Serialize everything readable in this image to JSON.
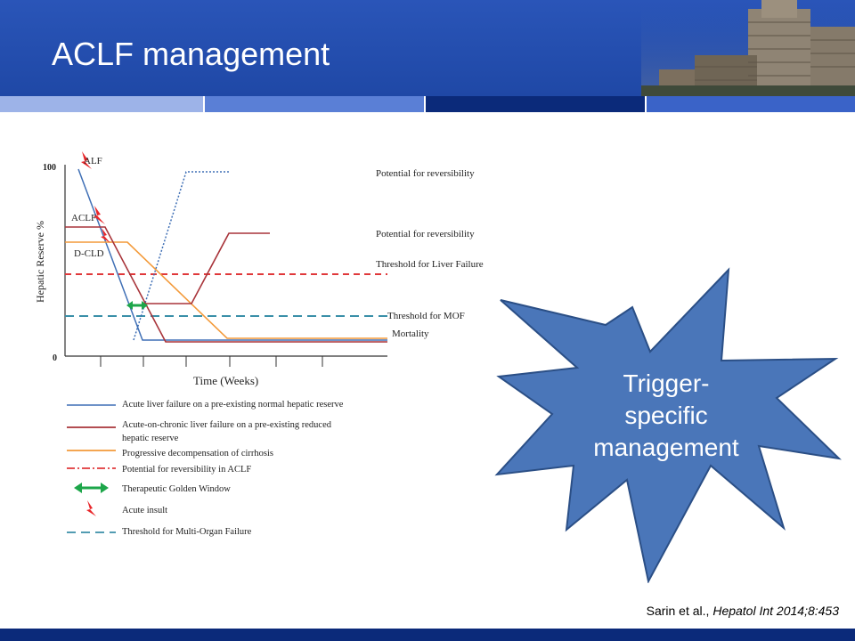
{
  "slide": {
    "title": "ACLF management",
    "citation_authors": "Sarin et al.,",
    "citation_journal": "Hepatol Int 2014;8:453"
  },
  "starburst": {
    "lines": [
      "Trigger-",
      "specific",
      "management"
    ]
  },
  "figure": {
    "y_axis_label": "Hepatic Reserve %",
    "y_top_label": "100",
    "y_bottom_label": "0",
    "x_axis_label": "Time (Weeks)",
    "curve_labels": {
      "alf": "ALF",
      "aclf": "ACLF",
      "dcld": "D-CLD"
    },
    "annotations": {
      "rev_alf": "Potential for reversibility",
      "rev_aclf": "Potential for reversibility",
      "threshold_lf": "Threshold for Liver Failure",
      "threshold_mof": "Threshold for MOF",
      "mortality": "Mortality"
    },
    "legend": [
      "Acute liver failure on a pre-existing normal hepatic reserve",
      "Acute-on-chronic liver failure on a pre-existing reduced",
      "hepatic reserve",
      "Progressive decompensation of cirrhosis",
      "Potential for reversibility in ACLF",
      "Therapeutic Golden Window",
      "Acute insult",
      "Threshold for Multi-Organ Failure"
    ]
  },
  "colors": {
    "header_blue": "#1f48a6",
    "band": [
      "#9db3e8",
      "#5a7fd6",
      "#0b2a7a",
      "#3a63c8"
    ],
    "alf": "#3f6fb5",
    "aclf": "#a8343a",
    "dcld": "#f39a3a",
    "threshold_lf": "#e0383a",
    "threshold_mof": "#3a8fa8",
    "golden_window": "#1da64a",
    "insult": "#e8262a",
    "starburst_fill": "#4a76b9",
    "starburst_stroke": "#2b4f86"
  }
}
